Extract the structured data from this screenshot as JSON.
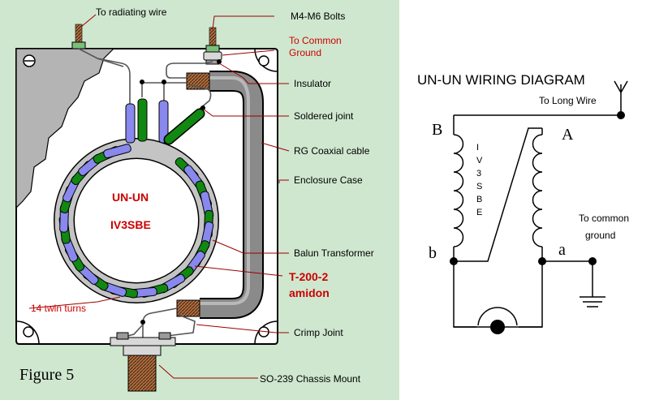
{
  "wiring_figure": {
    "labels": {
      "to_radiating_wire": "To radiating wire",
      "bolts": "M4-M6 Bolts",
      "to_common_ground_1": "To Common",
      "to_common_ground_2": "Ground",
      "insulator": "Insulator",
      "soldered_joint": "Soldered joint",
      "rg_coax": "RG Coaxial cable",
      "enclosure": "Enclosure Case",
      "balun": "Balun Transformer",
      "core_1": "T-200-2",
      "core_2": "amidon",
      "turns": "14 twin turns",
      "crimp": "Crimp Joint",
      "so239": "SO-239 Chassis Mount",
      "figure": "Figure 5",
      "center_1": "UN-UN",
      "center_2": "IV3SBE"
    },
    "colors": {
      "background": "#cfe7cf",
      "winding_green": "#118811",
      "winding_blue": "#8888ee",
      "toroid_gray": "#c4c4c4",
      "label_red": "#cc0000",
      "leader_line": "#990000"
    }
  },
  "schematic": {
    "title": "UN-UN WIRING DIAGRAM",
    "to_long_wire": "To Long Wire",
    "to_common_1": "To common",
    "to_common_2": "ground",
    "node_B": "B",
    "node_A": "A",
    "node_b": "b",
    "node_a": "a",
    "coil_text": [
      "I",
      "V",
      "3",
      "S",
      "B",
      "E"
    ]
  }
}
